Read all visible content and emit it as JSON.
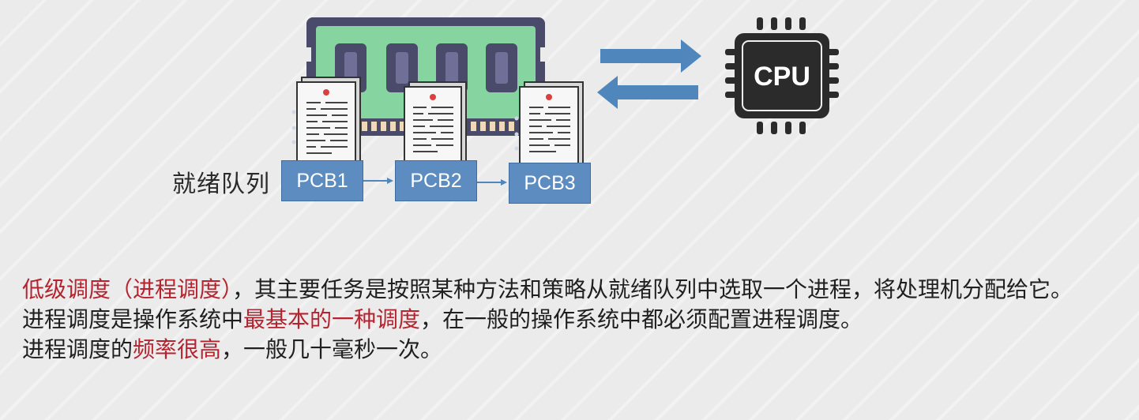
{
  "diagram": {
    "queue_label": "就绪队列",
    "pcbs": [
      "PCB1",
      "PCB2",
      "PCB3"
    ],
    "cpu_label": "CPU"
  },
  "text": {
    "line1_hl": "低级调度（进程调度）",
    "line1_rest": "，其主要任务是按照某种方法和策略从就绪队列中选取一个进程，将处理机分配给它。",
    "line2_pre": "进程调度是操作系统中",
    "line2_hl": "最基本的一种调度",
    "line2_post": "，在一般的操作系统中都必须配置进程调度。",
    "line3_pre": "进程调度的",
    "line3_hl": "频率很高",
    "line3_post": "，一般几十毫秒一次。"
  },
  "colors": {
    "highlight": "#b5232f",
    "pcb_fill": "#5c8cc0",
    "arrow": "#4f87bd",
    "memory_board": "#7fd09a",
    "memory_frame": "#4a4a6a",
    "cpu_body": "#2b2b2b"
  },
  "icons": {
    "memory": "ram-module-icon",
    "cpu": "cpu-chip-icon",
    "document": "document-icon"
  }
}
